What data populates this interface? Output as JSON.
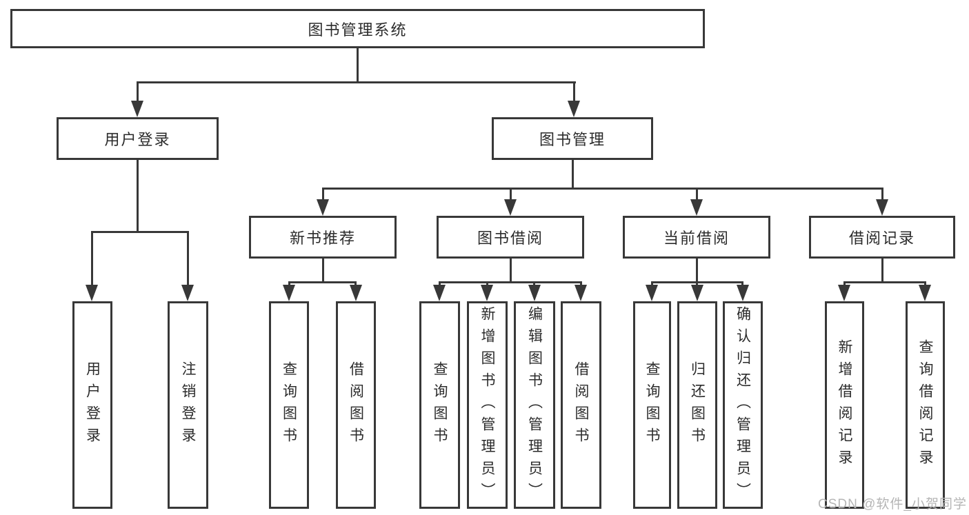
{
  "diagram": {
    "title": "图书管理系统",
    "branches": [
      {
        "label": "用户登录",
        "children": [
          {
            "label": "用户登录"
          },
          {
            "label": "注销登录"
          }
        ]
      },
      {
        "label": "图书管理",
        "children": [
          {
            "label": "新书推荐",
            "children": [
              {
                "label": "查询图书"
              },
              {
                "label": "借阅图书"
              }
            ]
          },
          {
            "label": "图书借阅",
            "children": [
              {
                "label": "查询图书"
              },
              {
                "label": "新增图书（管理员）"
              },
              {
                "label": "编辑图书（管理员）"
              },
              {
                "label": "借阅图书"
              }
            ]
          },
          {
            "label": "当前借阅",
            "children": [
              {
                "label": "查询图书"
              },
              {
                "label": "归还图书"
              },
              {
                "label": "确认归还（管理员）"
              }
            ]
          },
          {
            "label": "借阅记录",
            "children": [
              {
                "label": "新增借阅记录"
              },
              {
                "label": "查询借阅记录"
              }
            ]
          }
        ]
      }
    ]
  },
  "watermark": {
    "text": "CSDN @软件_小贺同学"
  },
  "colors": {
    "line": "#383838",
    "text": "#2b2b2b",
    "background": "#ffffff",
    "watermark": "#b5b5b5"
  }
}
